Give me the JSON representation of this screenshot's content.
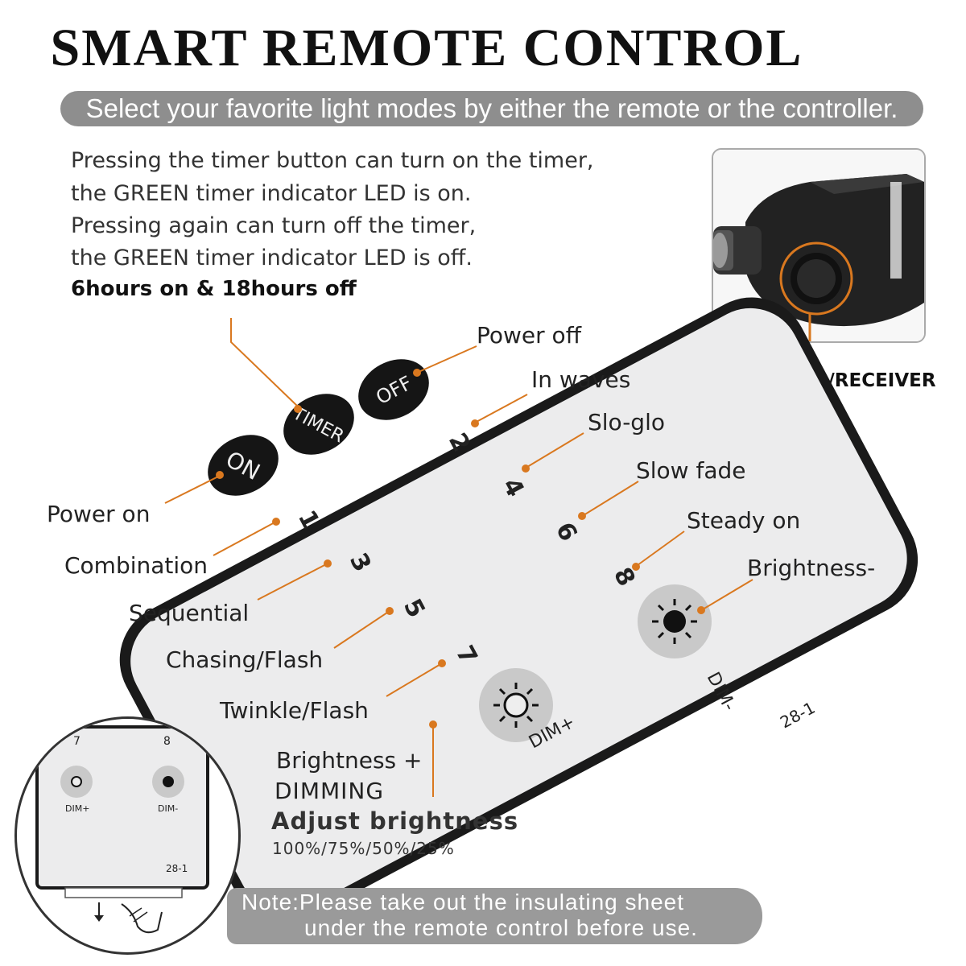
{
  "title": "SMART REMOTE CONTROL",
  "subtitle": "Select your favorite light modes by either the remote or the controller.",
  "timer_info": {
    "lines": [
      "Pressing the timer button can turn on the timer,",
      "the GREEN timer indicator LED is on.",
      "Pressing again can turn off the timer,",
      "the GREEN timer indicator LED is off."
    ],
    "schedule": "6hours on & 18hours off"
  },
  "controller_label": "CONTROLLER/RECEIVER",
  "remote": {
    "buttons": {
      "on": "ON",
      "timer": "TIMER",
      "off": "OFF",
      "dim_plus": "DIM+",
      "dim_minus": "DIM-",
      "model": "28-1"
    },
    "numbers": [
      "1",
      "2",
      "3",
      "4",
      "5",
      "6",
      "7",
      "8"
    ]
  },
  "callouts": {
    "power_off": "Power off",
    "in_waves": "In waves",
    "slo_glo": "Slo-glo",
    "slow_fade": "Slow fade",
    "steady_on": "Steady on",
    "brightness_minus": "Brightness-",
    "power_on": "Power on",
    "combination": "Combination",
    "sequential": "Sequential",
    "chasing_flash": "Chasing/Flash",
    "twinkle_flash": "Twinkle/Flash",
    "brightness_plus": "Brightness +"
  },
  "dimming": {
    "title": "DIMMING",
    "adjust": "Adjust brightness",
    "levels": "100%/75%/50%/25%"
  },
  "inset": {
    "num7": "7",
    "num8": "8",
    "dim_plus": "DIM+",
    "dim_minus": "DIM-",
    "model": "28-1"
  },
  "note": {
    "line1": "Note:Please take out the insulating sheet",
    "line2": "under the remote control before use."
  },
  "colors": {
    "accent": "#d9781f",
    "bar_gray": "#8e8e8e",
    "remote_face": "#ececed",
    "remote_edge": "#1a1a1a"
  }
}
